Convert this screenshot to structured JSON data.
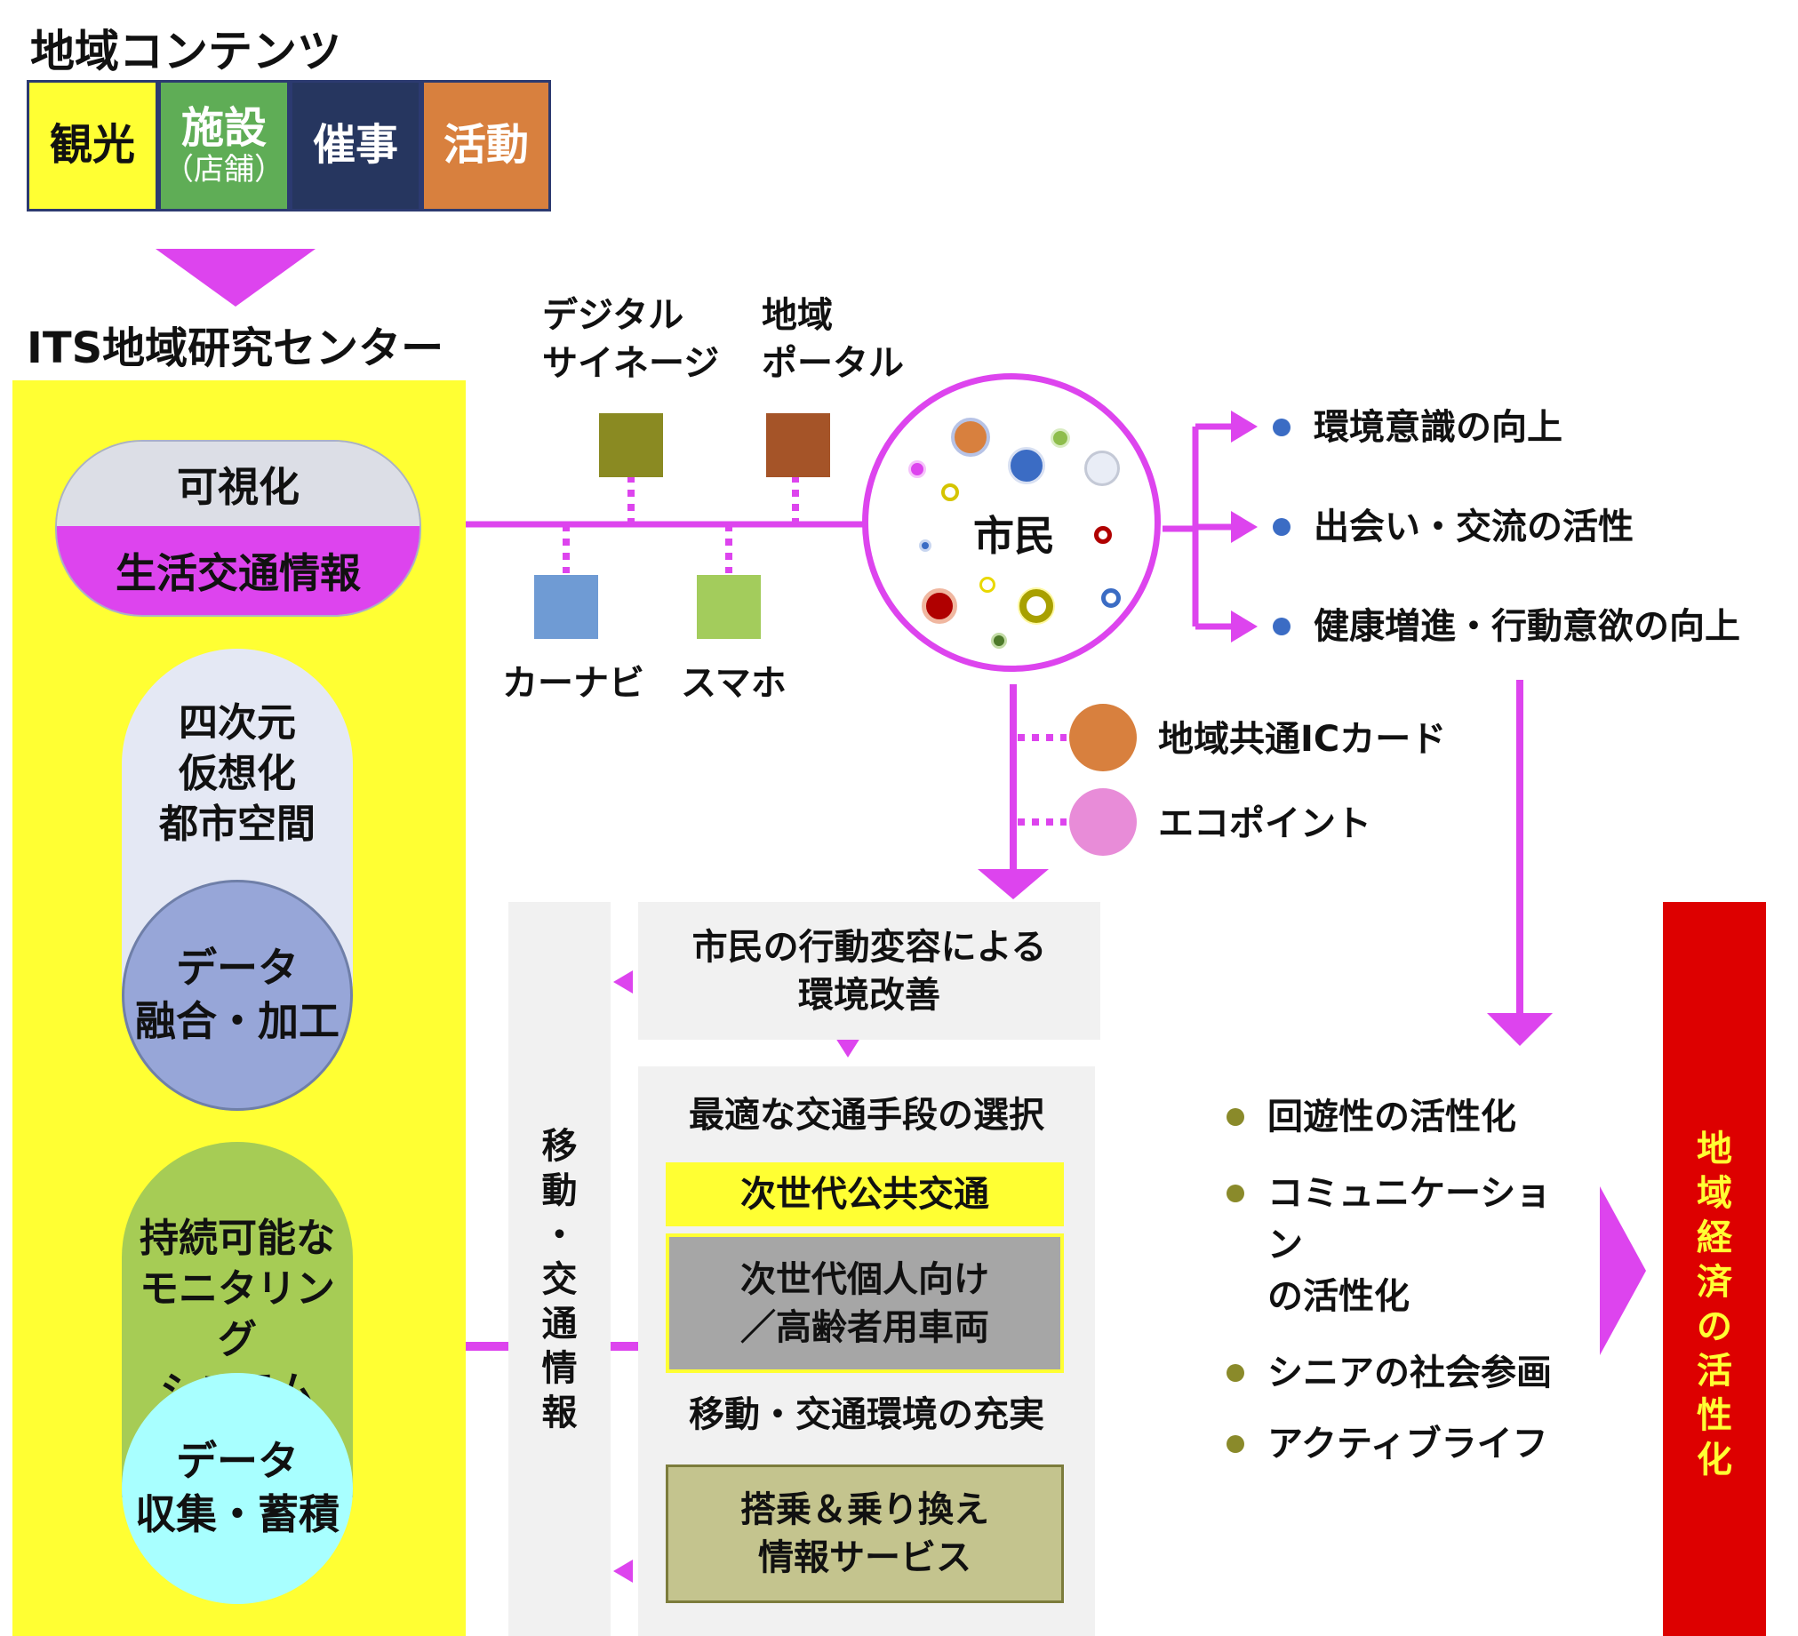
{
  "header": {
    "title": "地域コンテンツ"
  },
  "categories": [
    {
      "label": "観光",
      "sub": "",
      "bg": "#ffff33",
      "color": "#111111"
    },
    {
      "label": "施設",
      "sub": "（店舗）",
      "bg": "#5fad56",
      "color": "#ffffff"
    },
    {
      "label": "催事",
      "sub": "",
      "bg": "#26365f",
      "color": "#ffffff"
    },
    {
      "label": "活動",
      "sub": "",
      "bg": "#d8803e",
      "color": "#ffffff"
    }
  ],
  "its_center": {
    "title": "ITS地域研究センター",
    "visual_top": "可視化",
    "visual_bottom": "生活交通情報",
    "four_d": "四次元\n仮想化\n都市空間",
    "fusion": "データ\n融合・加工",
    "monitoring": "持続可能な\nモニタリング\nシステム",
    "collection": "データ\n収集・蓄積"
  },
  "devices": {
    "signage": "デジタル\nサイネージ",
    "portal": "地域\nポータル",
    "carnavi": "カーナビ",
    "smartphone": "スマホ"
  },
  "citizen": {
    "label": "市民"
  },
  "outcomes": [
    "環境意識の向上",
    "出会い・交流の活性",
    "健康増進・行動意欲の向上"
  ],
  "cards": {
    "ic_card": "地域共通ICカード",
    "eco_point": "エコポイント"
  },
  "middle": {
    "vertical": [
      "移",
      "動",
      "・",
      "交",
      "通",
      "情",
      "報"
    ],
    "behavior": "市民の行動変容による\n環境改善",
    "choice": "最適な交通手段の選択",
    "public_transport": "次世代公共交通",
    "personal_vehicle": "次世代個人向け\n／高齢者用車両",
    "environment": "移動・交通環境の充実",
    "transfer_info": "搭乗＆乗り換え\n情報サービス"
  },
  "effects": [
    "回遊性の活性化",
    "コミュニケーション\nの活性化",
    "シニアの社会参画",
    "アクティブライフ"
  ],
  "economy": [
    "地",
    "域",
    "経",
    "済",
    "の",
    "活",
    "性",
    "化"
  ],
  "colors": {
    "magenta": "#dd44ee",
    "yellow": "#ffff33",
    "red": "#dd0000",
    "bullet_blue": "#3b6cc4",
    "bullet_olive": "#8a8a2a"
  }
}
